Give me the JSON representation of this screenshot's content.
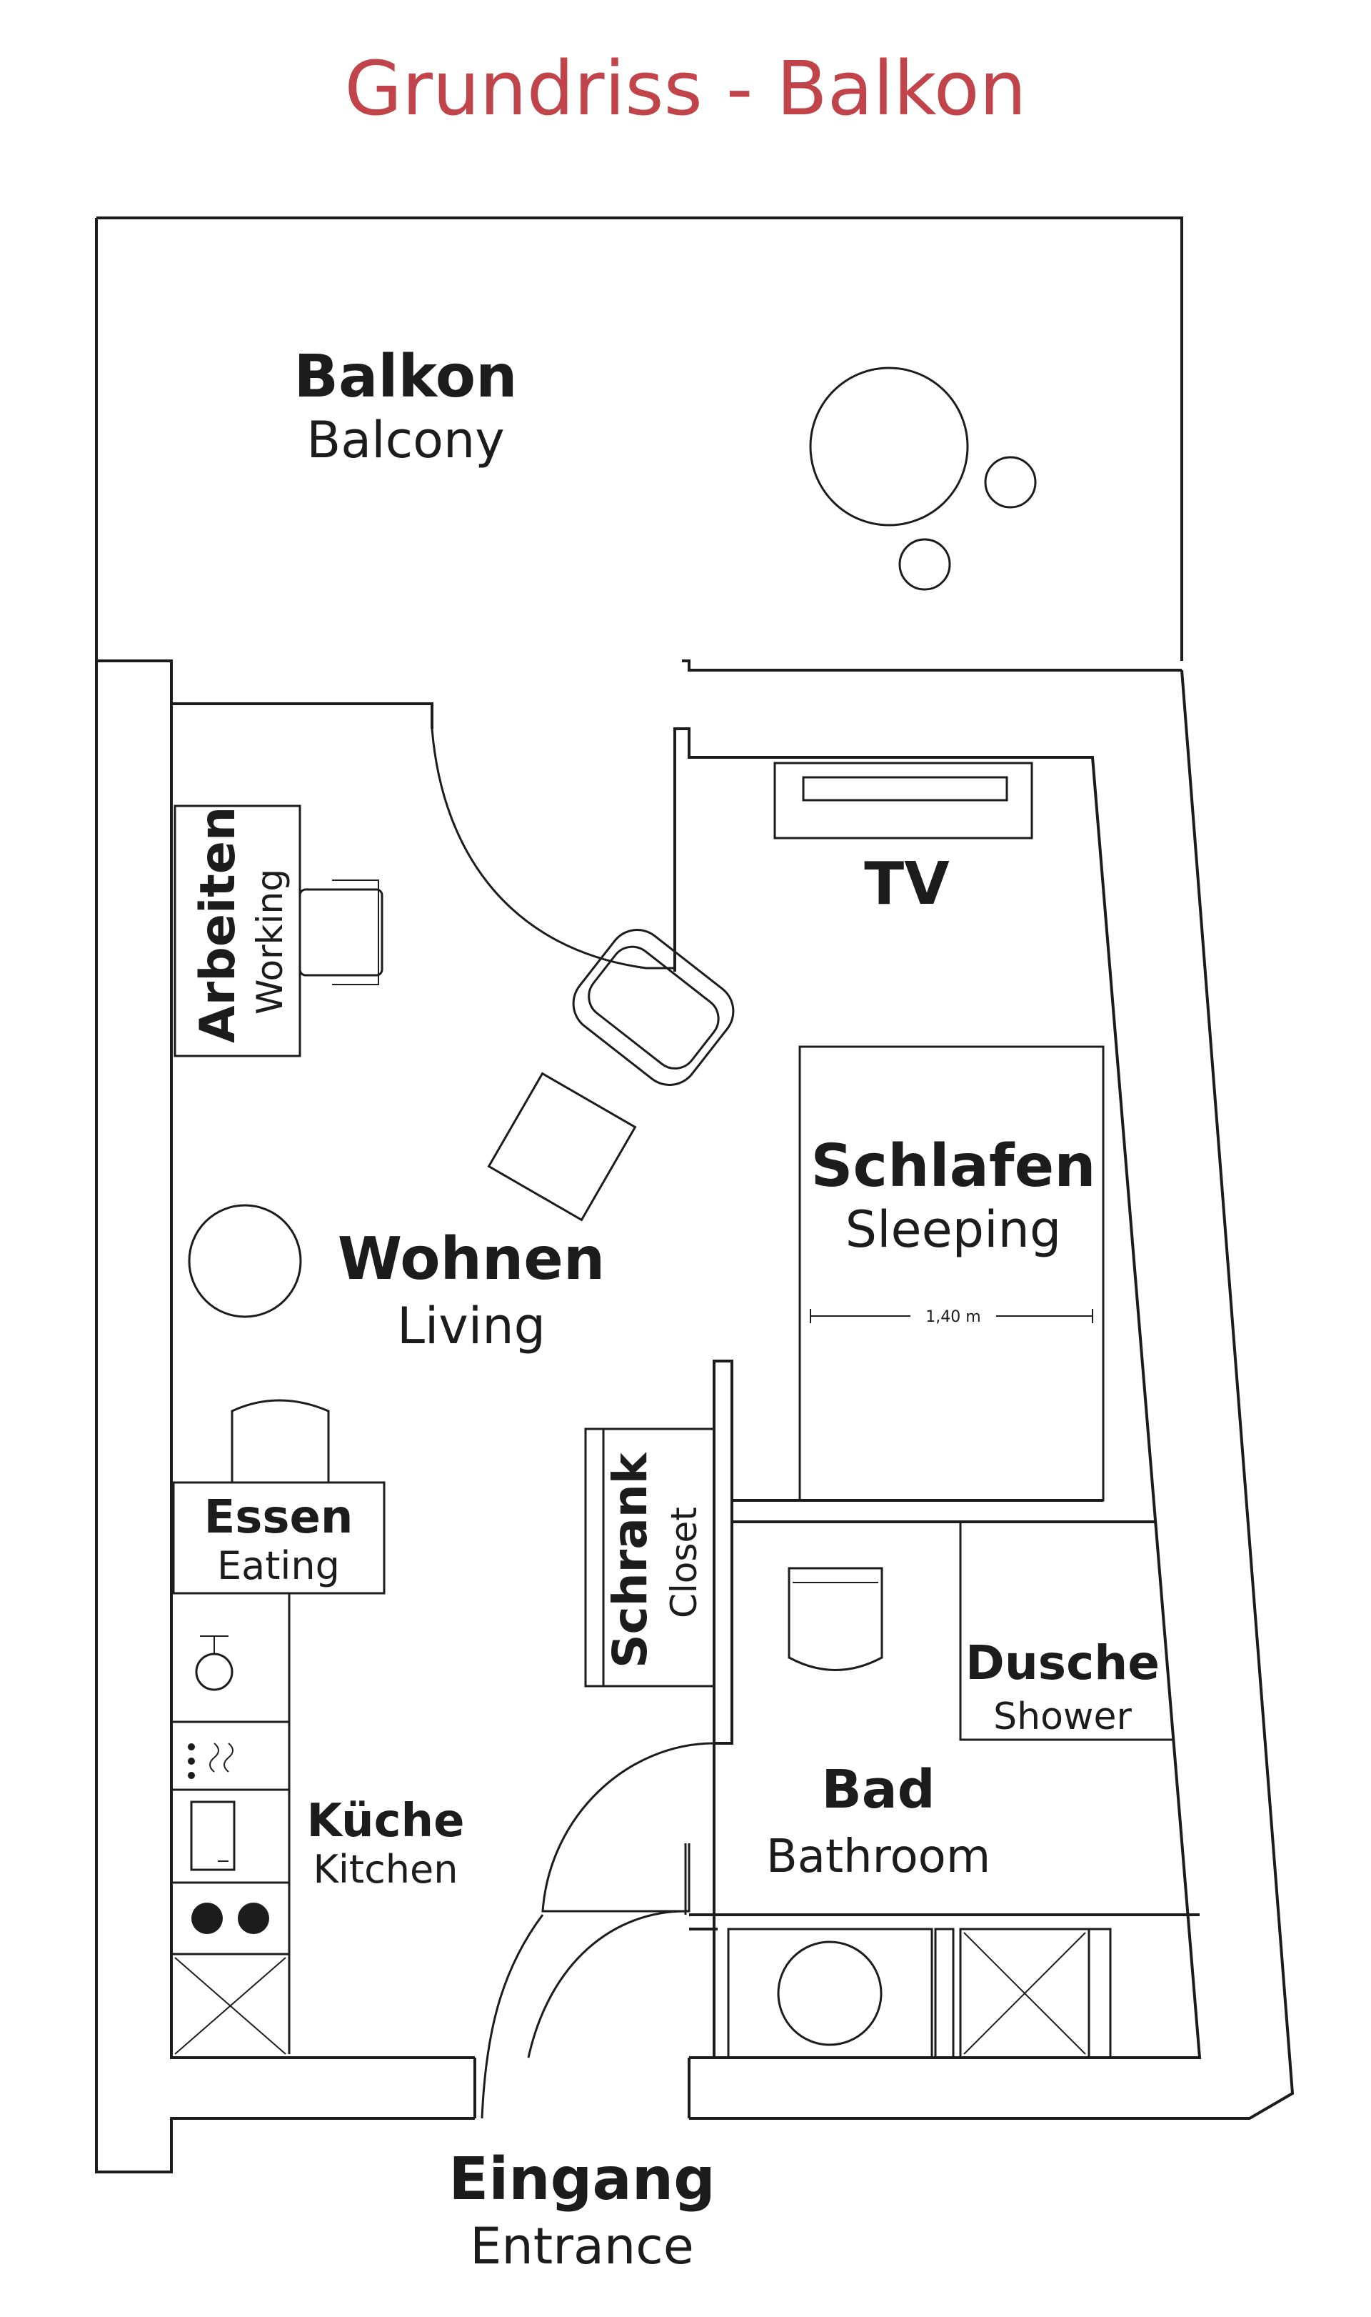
{
  "title": "Grundriss - Balkon",
  "rooms": {
    "balcony": {
      "de": "Balkon",
      "en": "Balcony"
    },
    "working": {
      "de": "Arbeiten",
      "en": "Working"
    },
    "tv": {
      "de": "TV"
    },
    "sleeping": {
      "de": "Schlafen",
      "en": "Sleeping",
      "bed_width": "1,40 m"
    },
    "living": {
      "de": "Wohnen",
      "en": "Living"
    },
    "eating": {
      "de": "Essen",
      "en": "Eating"
    },
    "closet": {
      "de": "Schrank",
      "en": "Closet"
    },
    "shower": {
      "de": "Dusche",
      "en": "Shower"
    },
    "bathroom": {
      "de": "Bad",
      "en": "Bathroom"
    },
    "kitchen": {
      "de": "Küche",
      "en": "Kitchen"
    },
    "entrance": {
      "de": "Eingang",
      "en": "Entrance"
    }
  },
  "colors": {
    "title": "#c0444a",
    "lines": "#1c1c1c",
    "background": "#ffffff"
  }
}
